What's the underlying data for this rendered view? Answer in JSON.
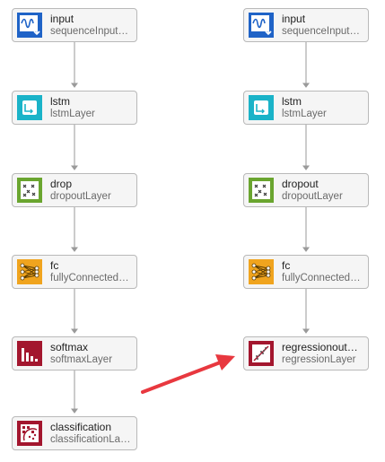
{
  "left": {
    "input": {
      "name": "input",
      "type": "sequenceInput…"
    },
    "lstm": {
      "name": "lstm",
      "type": "lstmLayer"
    },
    "drop": {
      "name": "drop",
      "type": "dropoutLayer"
    },
    "fc": {
      "name": "fc",
      "type": "fullyConnected…"
    },
    "softmax": {
      "name": "softmax",
      "type": "softmaxLayer"
    },
    "classification": {
      "name": "classification",
      "type": "classificationLa…"
    }
  },
  "right": {
    "input": {
      "name": "input",
      "type": "sequenceInput…"
    },
    "lstm": {
      "name": "lstm",
      "type": "lstmLayer"
    },
    "dropout": {
      "name": "dropout",
      "type": "dropoutLayer"
    },
    "fc": {
      "name": "fc",
      "type": "fullyConnected…"
    },
    "regression": {
      "name": "regressionout…",
      "type": "regressionLayer"
    }
  },
  "icons": {
    "input": "sequence-input-icon",
    "lstm": "lstm-icon",
    "dropout": "dropout-icon",
    "fc": "fully-connected-icon",
    "softmax": "softmax-icon",
    "classification": "classification-icon",
    "regression": "regression-icon"
  },
  "colors": {
    "input": "#1f63c7",
    "lstm": "#1ab3c8",
    "dropout": "#6aa52f",
    "fc": "#f0a41e",
    "output": "#a3162e",
    "arrow": "#e8383f",
    "edge": "#9a9a9a"
  }
}
